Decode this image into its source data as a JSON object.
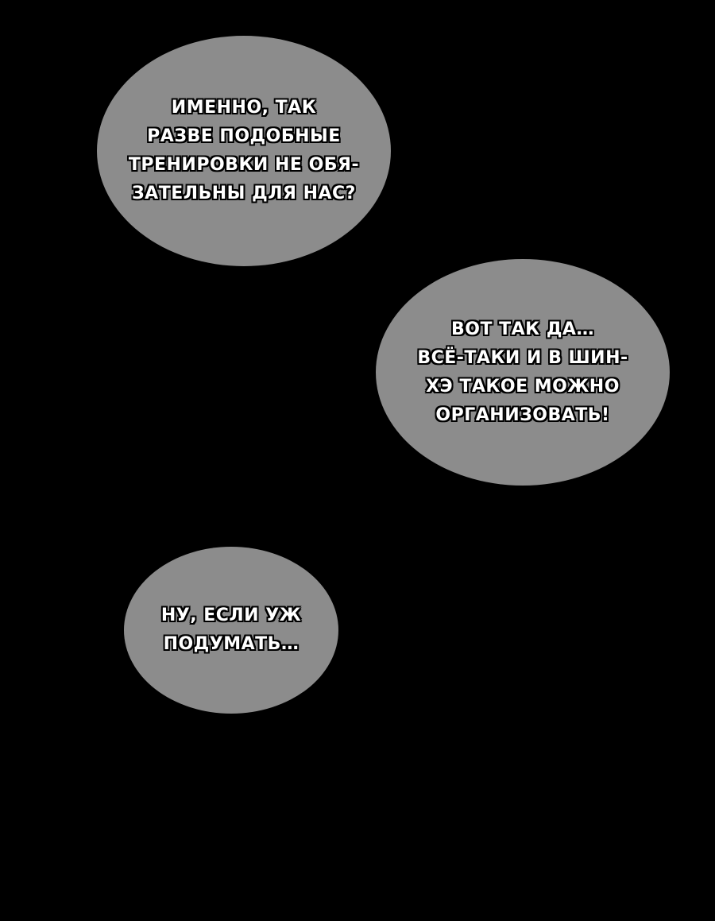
{
  "bubbles": [
    {
      "lines": [
        "Именно, так",
        "разве подобные",
        "тренировки не обя-",
        "зательны для нас?"
      ]
    },
    {
      "lines": [
        "Вот так да…",
        "всё-таки и в шин-",
        "хэ такое можно",
        "организовать!"
      ]
    },
    {
      "lines": [
        "Ну, если уж",
        "подумать…"
      ]
    }
  ],
  "colors": {
    "background": "#000000",
    "bubble_fill": "#8c8c8c",
    "text": "#ffffff",
    "text_outline": "#000000"
  }
}
